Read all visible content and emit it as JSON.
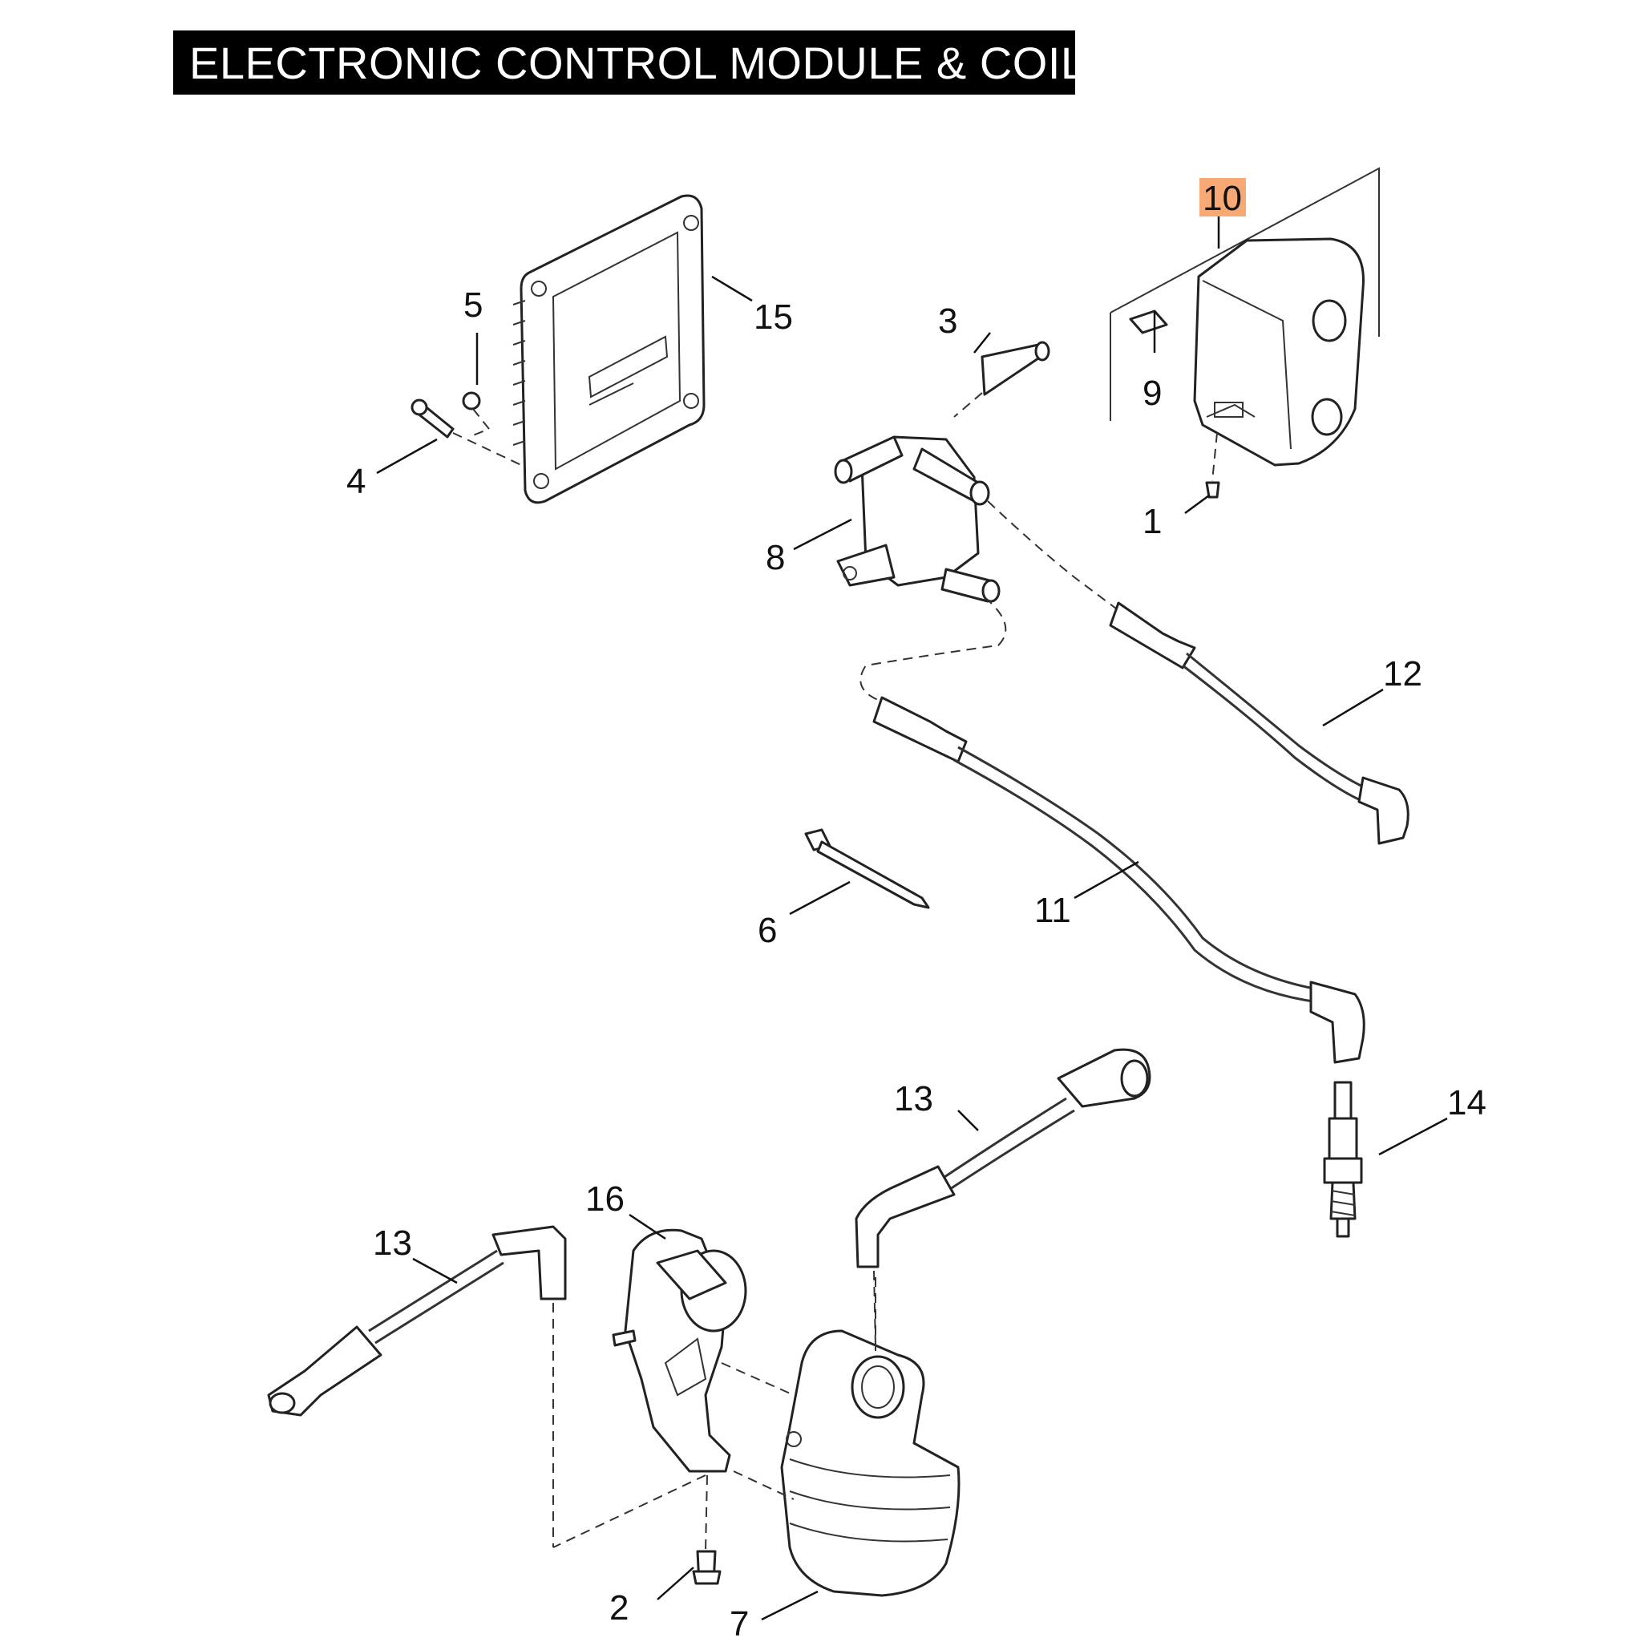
{
  "title": "ELECTRONIC CONTROL MODULE & COIL",
  "highlight_color": "#F6A975",
  "callouts": {
    "c1": "1",
    "c2": "2",
    "c3": "3",
    "c4": "4",
    "c5": "5",
    "c6": "6",
    "c7": "7",
    "c8": "8",
    "c9": "9",
    "c10": "10",
    "c11": "11",
    "c12": "12",
    "c13a": "13",
    "c13b": "13",
    "c14": "14",
    "c15": "15",
    "c16": "16"
  }
}
